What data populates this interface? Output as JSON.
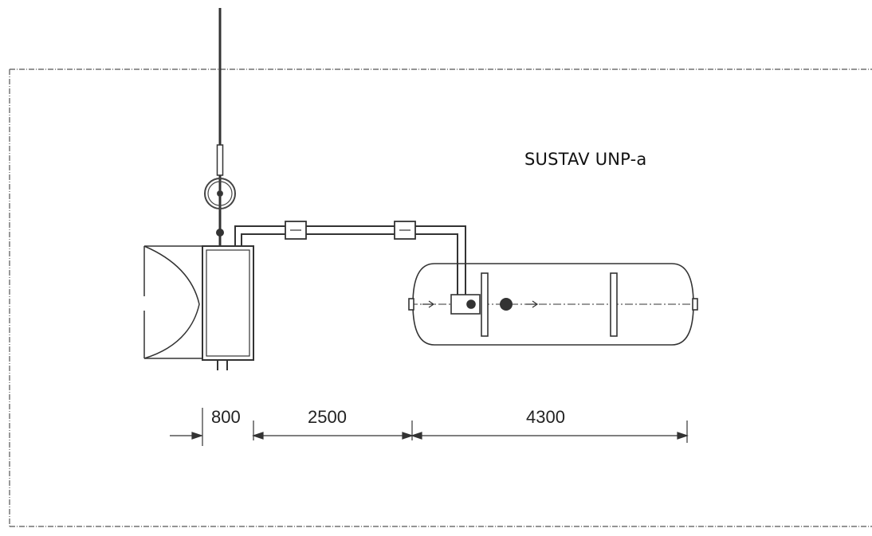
{
  "title": "SUSTAV UNP-a",
  "dimensions": [
    {
      "id": "dim-heat-exchanger",
      "value": "800"
    },
    {
      "id": "dim-pipe-run",
      "value": "2500"
    },
    {
      "id": "dim-tank",
      "value": "4300"
    }
  ],
  "colors": {
    "line": "#333333",
    "border": "#555555",
    "background": "#ffffff"
  }
}
